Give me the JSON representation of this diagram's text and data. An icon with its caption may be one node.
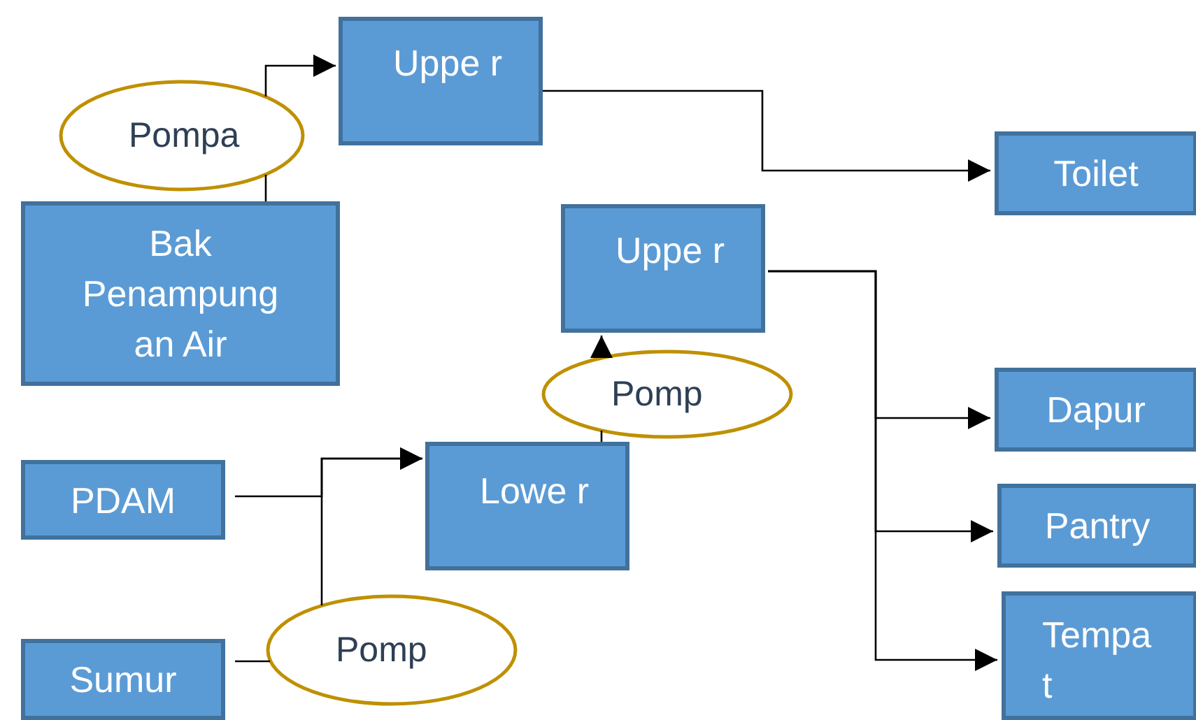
{
  "diagram": {
    "nodes": [
      {
        "text": [
          "Uppe r"
        ]
      },
      {
        "text": [
          "Pompa"
        ]
      },
      {
        "text": [
          "Toilet"
        ]
      },
      {
        "text": [
          "Bak Penampung an Air"
        ]
      },
      {
        "text": [
          "Uppe r"
        ]
      },
      {
        "text": [
          "Pomp"
        ]
      },
      {
        "text": [
          "Dapur"
        ]
      },
      {
        "text": [
          "PDAM"
        ]
      },
      {
        "text": [
          "Lowe r"
        ]
      },
      {
        "text": [
          "Pantry"
        ]
      },
      {
        "text": [
          "Sumur"
        ]
      },
      {
        "text": [
          "Pomp"
        ]
      },
      {
        "text": [
          "Tempa t"
        ]
      }
    ],
    "edges": [
      {
        "from": 3,
        "to": 1,
        "arrow": "none"
      },
      {
        "from": 1,
        "to": 0,
        "arrow": "to"
      },
      {
        "from": 0,
        "to": 2,
        "arrow": "to"
      },
      {
        "from": 4,
        "to": 6,
        "arrow": "to"
      },
      {
        "from": 4,
        "to": 9,
        "arrow": "to"
      },
      {
        "from": 4,
        "to": 12,
        "arrow": "to"
      },
      {
        "from": 8,
        "to": 5,
        "arrow": "none"
      },
      {
        "from": 5,
        "to": 4,
        "arrow": "to"
      },
      {
        "from": 7,
        "to": 8,
        "arrow": "to"
      },
      {
        "from": 10,
        "to": 11,
        "arrow": "none"
      },
      {
        "from": 11,
        "to": 8,
        "arrow": "to"
      }
    ]
  }
}
